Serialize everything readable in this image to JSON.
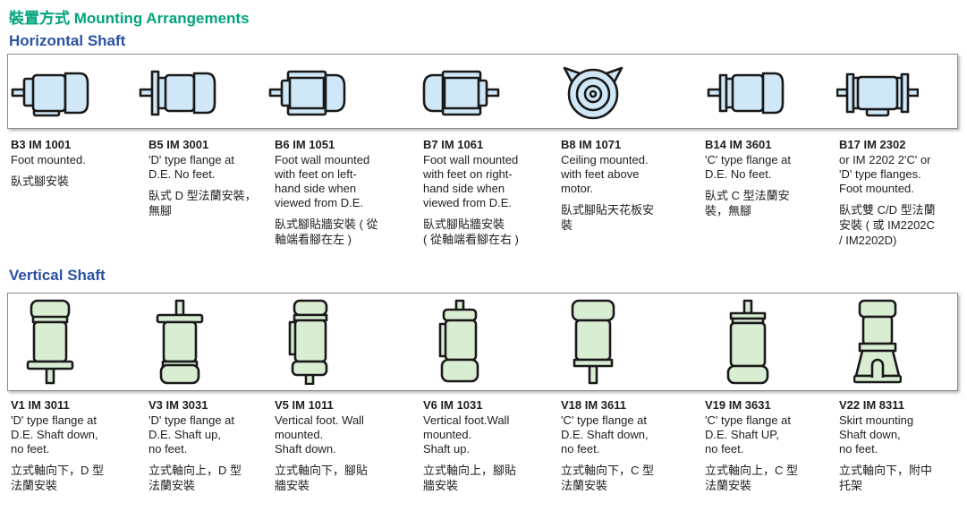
{
  "title": {
    "zh": "裝置方式",
    "en": "Mounting Arrangements"
  },
  "colors": {
    "title_green": "#00A47C",
    "heading_blue": "#2B52A3",
    "motor_blue_fill": "#CFE7F6",
    "motor_green_fill": "#D9EDD3",
    "outline_dark": "#191919",
    "body_text": "#1E1E1E",
    "panel_border": "#8A8A8A"
  },
  "sections": [
    {
      "heading": "Horizontal Shaft",
      "items": [
        {
          "code": "B3 IM 1001",
          "icon": "motor-horizontal-foot-shaft-left",
          "desc_en": [
            "Foot mounted."
          ],
          "desc_zh": [
            "臥式腳安裝"
          ]
        },
        {
          "code": "B5 IM 3001",
          "icon": "motor-horizontal-d-flange",
          "desc_en": [
            "'D' type flange at",
            "D.E. No feet."
          ],
          "desc_zh": [
            "臥式 D 型法蘭安裝，",
            "無腳"
          ]
        },
        {
          "code": "B6 IM 1051",
          "icon": "motor-horizontal-wall-feet-left",
          "desc_en": [
            "Foot wall mounted",
            "with feet on left-",
            "hand side when",
            "viewed from D.E."
          ],
          "desc_zh": [
            "臥式腳貼牆安裝 ( 從",
            "軸端看腳在左 )"
          ]
        },
        {
          "code": "B7 IM 1061",
          "icon": "motor-horizontal-wall-feet-right",
          "desc_en": [
            "Foot wall mounted",
            "with feet on right-",
            "hand side when",
            "viewed from D.E."
          ],
          "desc_zh": [
            "臥式腳貼牆安裝",
            "( 從軸端看腳在右 )"
          ]
        },
        {
          "code": "B8 IM 1071",
          "icon": "motor-end-view-ceiling",
          "desc_en": [
            "Ceiling mounted.",
            "with feet above",
            "motor."
          ],
          "desc_zh": [
            "臥式腳貼天花板安",
            "裝"
          ]
        },
        {
          "code": "B14 IM 3601",
          "icon": "motor-horizontal-c-flange",
          "desc_en": [
            "'C' type flange at",
            "D.E. No feet."
          ],
          "desc_zh": [
            "臥式 C 型法蘭安",
            "裝，無腳"
          ]
        },
        {
          "code": "B17 IM 2302",
          "icon": "motor-horizontal-double-flange",
          "desc_en": [
            "or IM 2202 2'C' or",
            "'D' type flanges.",
            "Foot mounted."
          ],
          "desc_zh": [
            "臥式雙 C/D 型法蘭",
            "安裝 ( 或 IM2202C",
            "/ IM2202D)"
          ]
        }
      ]
    },
    {
      "heading": "Vertical Shaft",
      "items": [
        {
          "code": "V1 IM 3011",
          "icon": "motor-vertical-d-flange-shaft-down",
          "desc_en": [
            "'D' type flange at",
            "D.E. Shaft down,",
            "no feet."
          ],
          "desc_zh": [
            "立式軸向下，D 型",
            "法蘭安裝"
          ]
        },
        {
          "code": "V3 IM 3031",
          "icon": "motor-vertical-d-flange-shaft-up",
          "desc_en": [
            "'D' type flange at",
            "D.E. Shaft up,",
            "no feet."
          ],
          "desc_zh": [
            "立式軸向上，D 型",
            "法蘭安裝"
          ]
        },
        {
          "code": "V5 IM 1011",
          "icon": "motor-vertical-wall-foot-shaft-down",
          "desc_en": [
            "Vertical foot. Wall",
            "mounted.",
            "Shaft down."
          ],
          "desc_zh": [
            "立式軸向下，腳貼",
            "牆安裝"
          ]
        },
        {
          "code": "V6 IM 1031",
          "icon": "motor-vertical-wall-foot-shaft-up",
          "desc_en": [
            "Vertical foot.Wall",
            "mounted.",
            "Shaft up."
          ],
          "desc_zh": [
            "立式軸向上，腳貼",
            "牆安裝"
          ]
        },
        {
          "code": "V18 IM 3611",
          "icon": "motor-vertical-c-flange-shaft-down",
          "desc_en": [
            "'C' type flange at",
            "D.E. Shaft down,",
            "no feet."
          ],
          "desc_zh": [
            "立式軸向下，C 型",
            "法蘭安裝"
          ]
        },
        {
          "code": "V19 IM 3631",
          "icon": "motor-vertical-c-flange-shaft-up",
          "desc_en": [
            "'C' type flange at",
            "D.E. Shaft UP,",
            "no feet."
          ],
          "desc_zh": [
            "立式軸向上，C 型",
            "法蘭安裝"
          ]
        },
        {
          "code": "V22 IM 8311",
          "icon": "motor-vertical-skirt-mount",
          "desc_en": [
            "Skirt mounting",
            "Shaft down,",
            "no feet."
          ],
          "desc_zh": [
            "立式軸向下，附中",
            "托架"
          ]
        }
      ]
    }
  ]
}
